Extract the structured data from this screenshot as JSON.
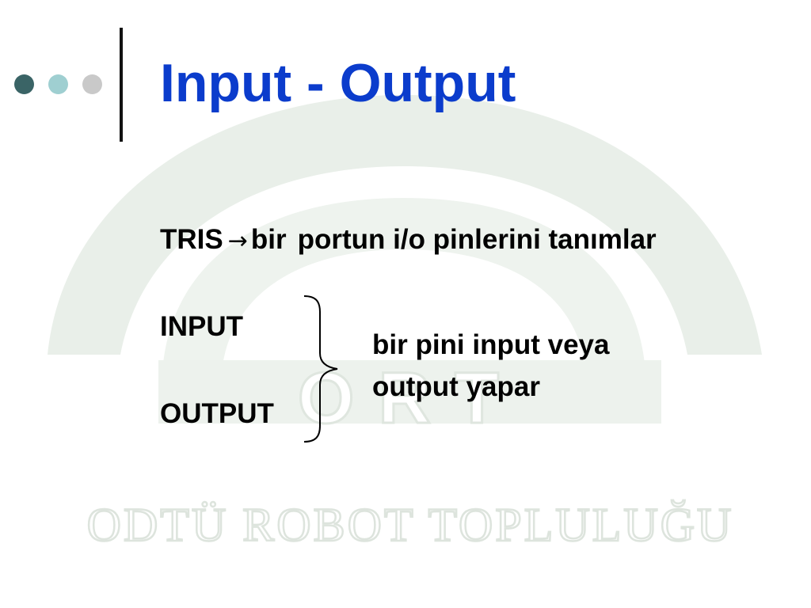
{
  "slide": {
    "title": "Input - Output",
    "tris_keyword": "TRIS",
    "tris_arrow": "→",
    "tris_word": "bir",
    "tris_description": "portun i/o pinlerini tanımlar",
    "input_label": "INPUT",
    "output_label": "OUTPUT",
    "explanation": "bir pini input veya output yapar"
  },
  "watermark": {
    "logo_letters": "ORT",
    "organization": "ODTÜ ROBOT TOPLULUĞU"
  },
  "colors": {
    "title": "#0b3ccc",
    "dot_dark": "#3a6466",
    "dot_teal": "#9fcfd1",
    "dot_gray": "#c9c9c9",
    "watermark": "#e8eee8"
  },
  "icons": {
    "bullet_dots": "three-circles",
    "brace": "curly-brace-right"
  }
}
